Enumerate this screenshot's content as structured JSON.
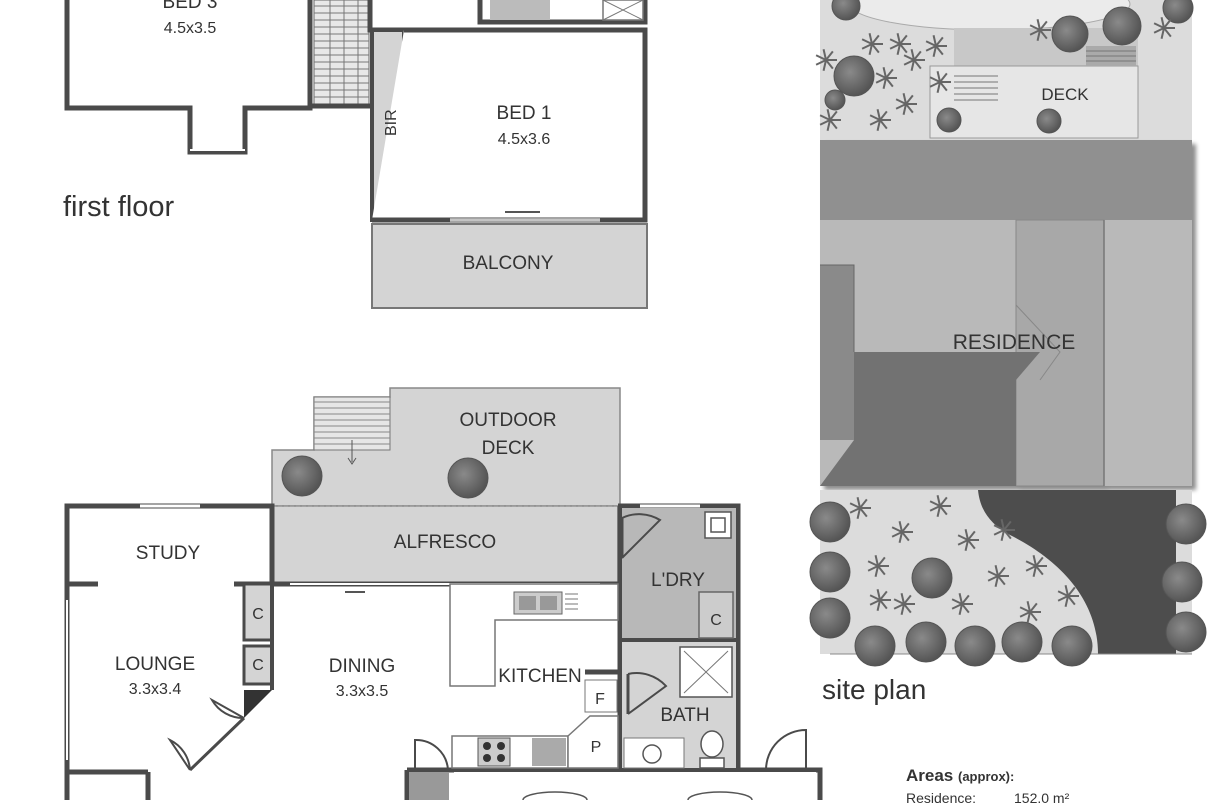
{
  "headings": {
    "first_floor": "first floor",
    "site_plan": "site plan"
  },
  "first_floor": {
    "bed3": {
      "name": "BED 3",
      "size": "4.5x3.5"
    },
    "bed1": {
      "name": "BED 1",
      "size": "4.5x3.6"
    },
    "bir": "BIR",
    "balcony": "BALCONY"
  },
  "ground_floor": {
    "outdoor_deck": [
      "OUTDOOR",
      "DECK"
    ],
    "alfresco": "ALFRESCO",
    "study": "STUDY",
    "lounge": {
      "name": "LOUNGE",
      "size": "3.3x3.4"
    },
    "dining": {
      "name": "DINING",
      "size": "3.3x3.5"
    },
    "kitchen": "KITCHEN",
    "laundry": "L'DRY",
    "bath": "BATH",
    "cupboard": "C",
    "fridge": "F",
    "pantry": "P"
  },
  "site": {
    "deck": "DECK",
    "residence": "RESIDENCE"
  },
  "areas": {
    "title": "Areas",
    "qualifier": "(approx):",
    "residence_label": "Residence:",
    "residence_value": "152.0 m²"
  },
  "colors": {
    "wall": "#4a4a4a",
    "room_fill": "#d4d4d4",
    "laundry_fill": "#b8b8b8",
    "roof_light": "#b9b9b9",
    "roof_dark": "#727272",
    "roof_band": "#909090",
    "driveway": "#4d4d4d",
    "garden": "#dcdcdc",
    "shrub": "#6e6e6e"
  }
}
